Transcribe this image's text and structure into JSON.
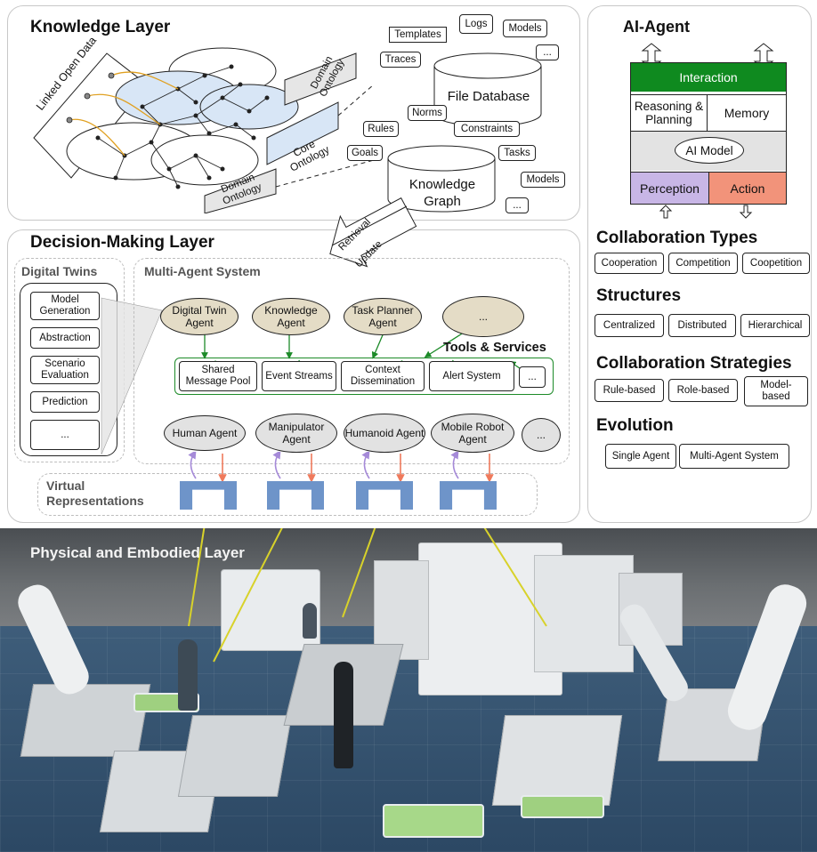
{
  "knowledge": {
    "title": "Knowledge Layer",
    "linked_open_data": "Linked Open Data",
    "core_ontology": "Core Ontology",
    "domain_ontology_top": "Domain Ontology",
    "domain_ontology_bottom": "Domain Ontology",
    "file_db": "File Database",
    "file_db_items": [
      "Templates",
      "Logs",
      "Models",
      "...",
      "Traces"
    ],
    "kg_line1": "Knowledge",
    "kg_line2": "Graph",
    "kg_items": [
      "Norms",
      "Rules",
      "Constraints",
      "Goals",
      "Tasks",
      "Models",
      "..."
    ]
  },
  "decision": {
    "title": "Decision-Making Layer",
    "retrieval": "Retrieval",
    "update": "Update",
    "digital_twins": {
      "title": "Digital Twins",
      "items": [
        "Model Generation",
        "Abstraction",
        "Scenario Evaluation",
        "Prediction",
        "..."
      ]
    },
    "mas": {
      "title": "Multi-Agent System",
      "top_agents": [
        "Digital Twin Agent",
        "Knowledge Agent",
        "Task Planner Agent",
        "..."
      ],
      "tools_title": "Tools & Services",
      "tools": [
        "Shared Message Pool",
        "Event Streams",
        "Context Dissemination",
        "Alert System",
        "..."
      ],
      "bottom_agents": [
        "Human Agent",
        "Manipulator Agent",
        "Humanoid Agent",
        "Mobile Robot Agent",
        "..."
      ]
    },
    "virtual_representations": "Virtual Representations"
  },
  "ai_agent": {
    "title": "AI-Agent",
    "interaction": "Interaction",
    "reasoning": "Reasoning & Planning",
    "memory": "Memory",
    "ai_model": "AI Model",
    "perception": "Perception",
    "action": "Action",
    "colors": {
      "interaction": "#0f8a1f",
      "perception": "#c8b6e6",
      "action": "#f2937a"
    }
  },
  "collab_types": {
    "title": "Collaboration Types",
    "items": [
      "Cooperation",
      "Competition",
      "Coopetition"
    ]
  },
  "structures": {
    "title": "Structures",
    "items": [
      "Centralized",
      "Distributed",
      "Hierarchical"
    ]
  },
  "strategies": {
    "title": "Collaboration Strategies",
    "items": [
      "Rule-based",
      "Role-based",
      "Model-based"
    ]
  },
  "evolution": {
    "title": "Evolution",
    "items": [
      "Single Agent",
      "Multi-Agent System"
    ]
  },
  "physical": {
    "title": "Physical and Embodied Layer"
  }
}
